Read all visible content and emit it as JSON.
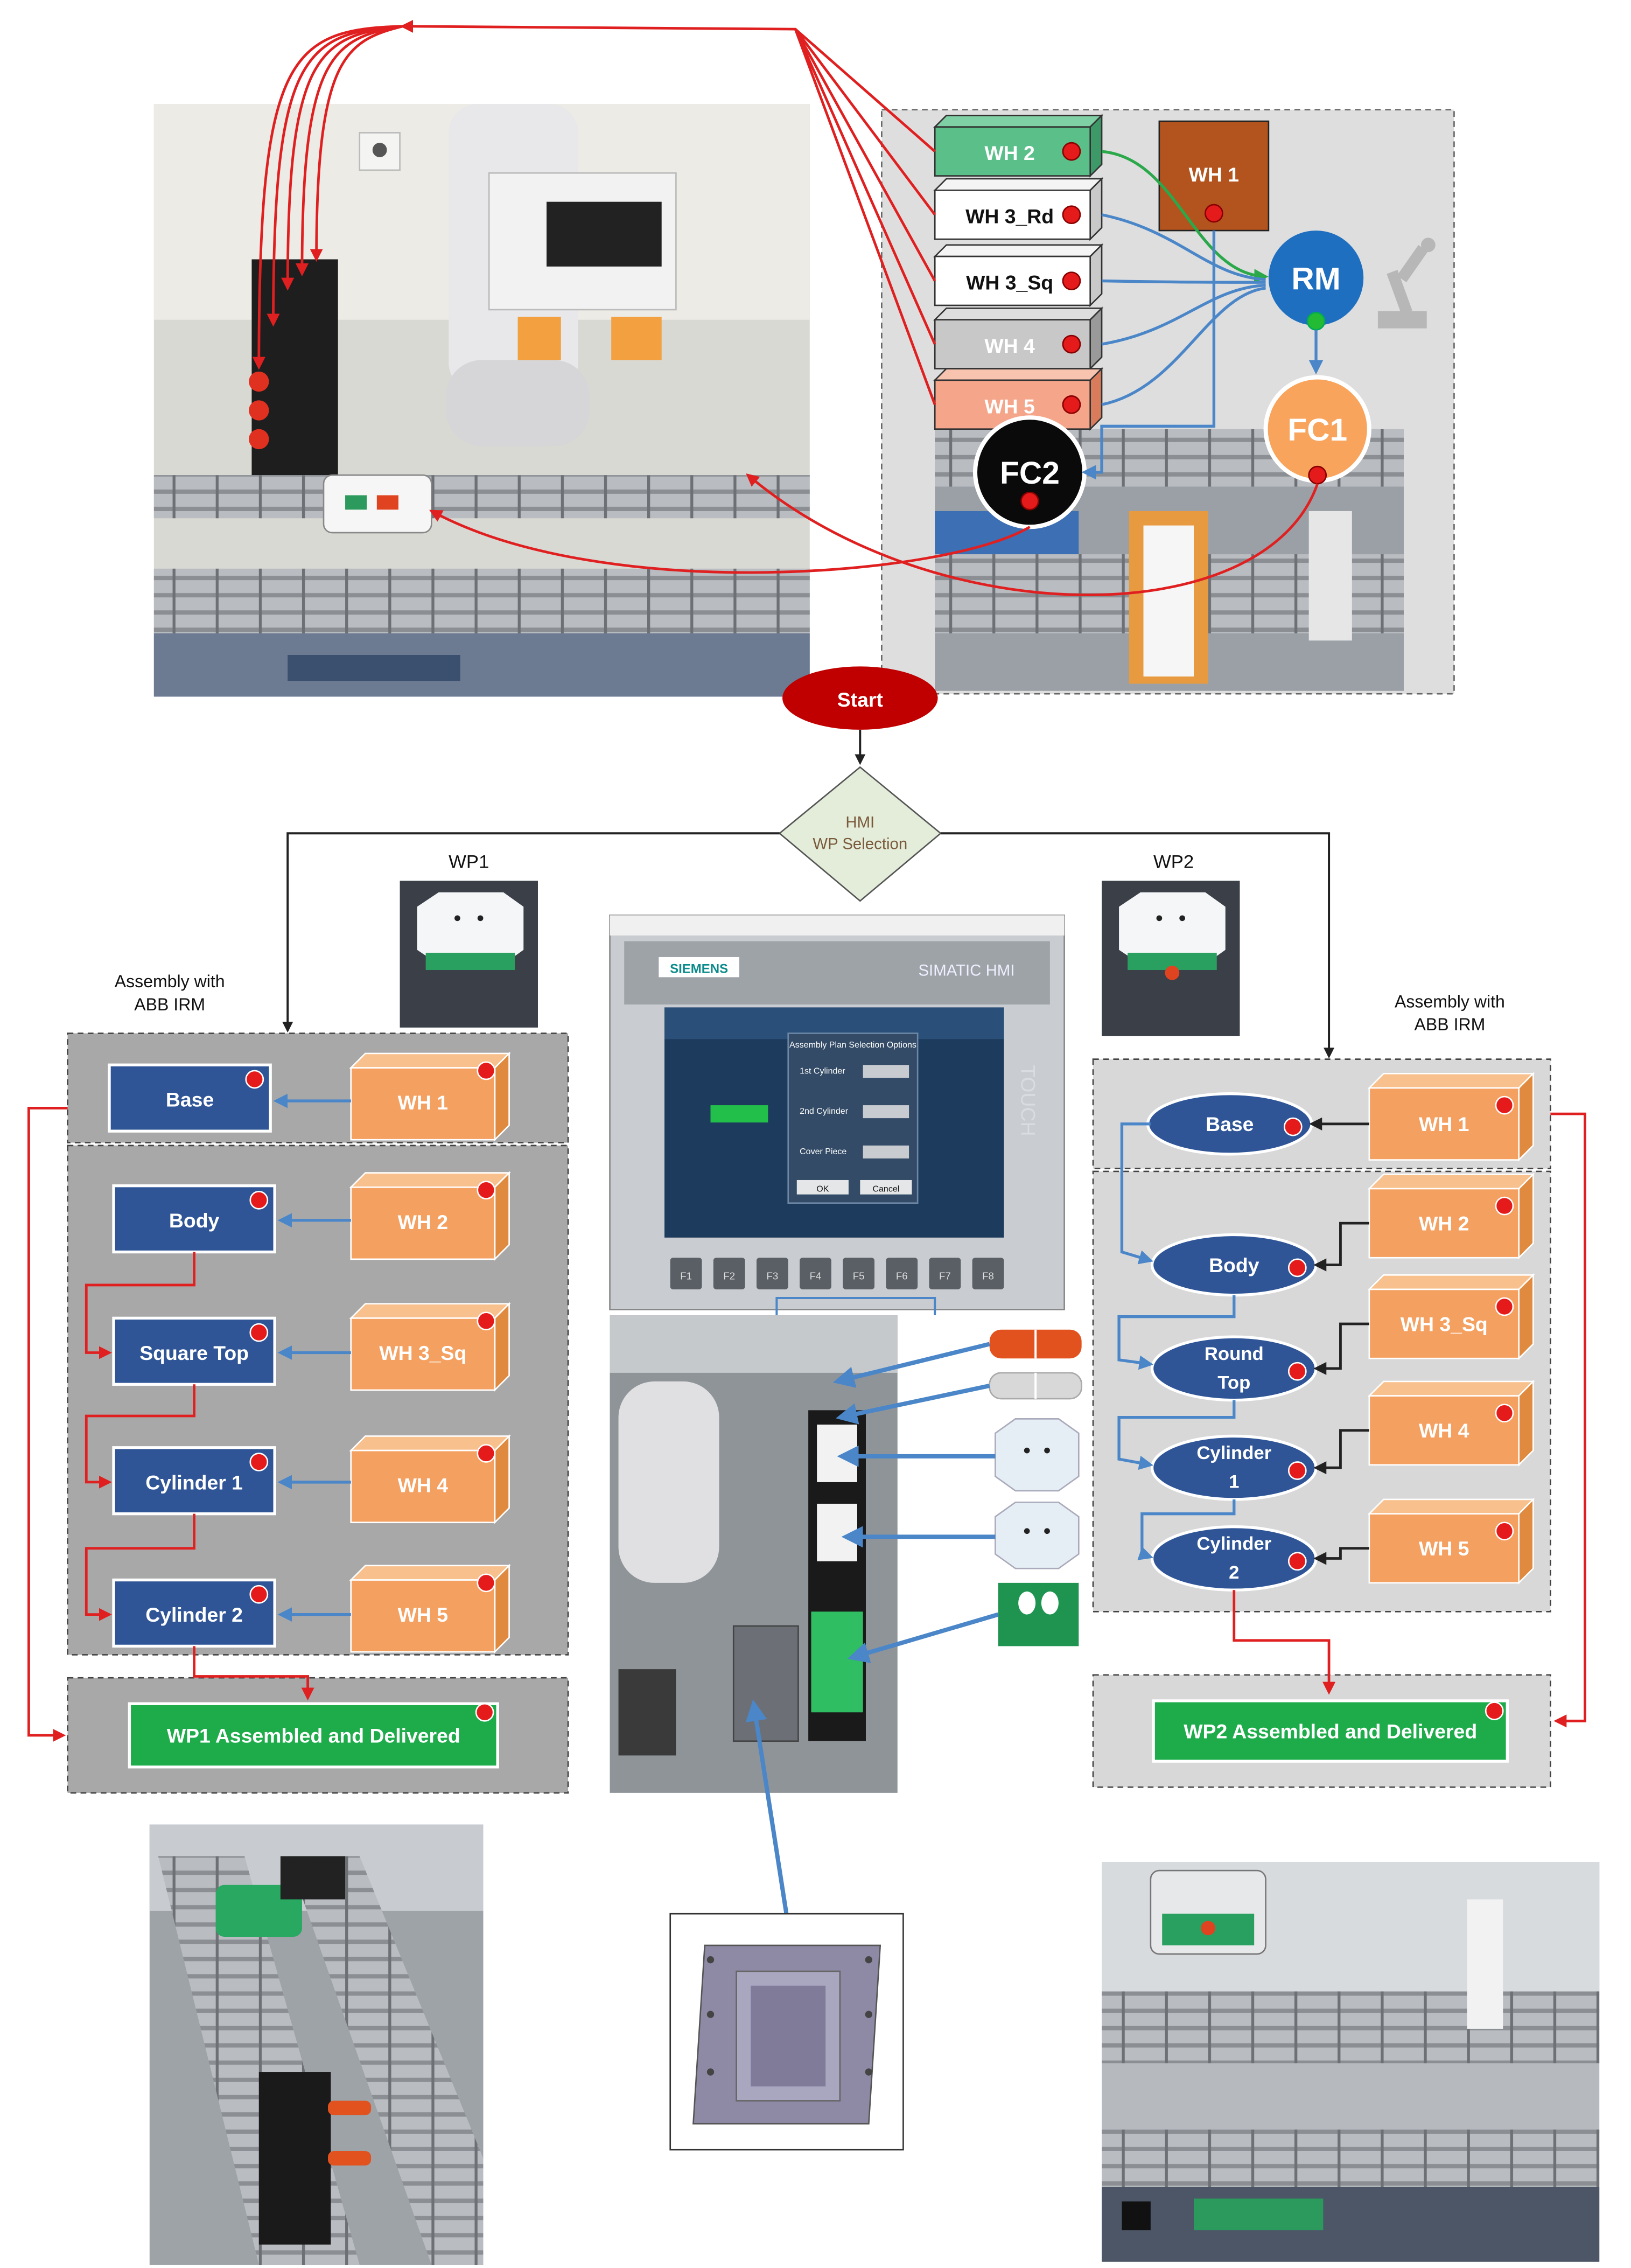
{
  "top_panel": {
    "warehouses": [
      {
        "label": "WH 2",
        "color": "#5bbf8a"
      },
      {
        "label": "WH 3_Rd",
        "color": "#ffffff"
      },
      {
        "label": "WH 3_Sq",
        "color": "#ffffff"
      },
      {
        "label": "WH 4",
        "color": "#c8c8c8"
      },
      {
        "label": "WH 5",
        "color": "#f4a58a"
      }
    ],
    "wh1_label": "WH 1",
    "rm_label": "RM",
    "fc1_label": "FC1",
    "fc2_label": "FC2"
  },
  "flow": {
    "start_label": "Start",
    "hmi_label": "HMI",
    "wp_selection_label": "WP Selection"
  },
  "wp1": {
    "title": "WP1",
    "assembly_caption_line1": "Assembly with",
    "assembly_caption_line2": "ABB IRM",
    "parts": [
      "Base",
      "Body",
      "Square Top",
      "Cylinder 1",
      "Cylinder 2"
    ],
    "sources": [
      "WH 1",
      "WH 2",
      "WH 3_Sq",
      "WH 4",
      "WH 5"
    ],
    "delivered_label": "WP1 Assembled and Delivered"
  },
  "wp2": {
    "title": "WP2",
    "assembly_caption_line1": "Assembly with",
    "assembly_caption_line2": "ABB IRM",
    "parts": [
      {
        "line1": "Base",
        "line2": ""
      },
      {
        "line1": "Body",
        "line2": ""
      },
      {
        "line1": "Round",
        "line2": "Top"
      },
      {
        "line1": "Cylinder",
        "line2": "1"
      },
      {
        "line1": "Cylinder",
        "line2": "2"
      }
    ],
    "sources": [
      "WH 1",
      "WH 2",
      "WH 3_Sq",
      "WH 4",
      "WH 5"
    ],
    "delivered_label": "WP2 Assembled and Delivered"
  },
  "hmi_screen": {
    "brand": "SIEMENS",
    "product": "SIMATIC HMI",
    "touch": "TOUCH",
    "dialog_title": "Assembly Plan Selection Options",
    "fields": [
      "1st Cylinder",
      "2nd Cylinder",
      "Cover Piece"
    ],
    "buttons": [
      "OK",
      "Cancel"
    ],
    "fkeys": [
      "F1",
      "F2",
      "F3",
      "F4",
      "F5",
      "F6",
      "F7",
      "F8"
    ]
  },
  "colors": {
    "blue_box": "#2f5597",
    "orange_box": "#f4a060",
    "green_box": "#1eac4b",
    "red_arrow": "#e02020",
    "blue_arrow": "#4a86c8",
    "gray_panel": "#a8a8a8",
    "rm_blue": "#1f6fc0",
    "fc1_orange": "#f8a45c"
  }
}
